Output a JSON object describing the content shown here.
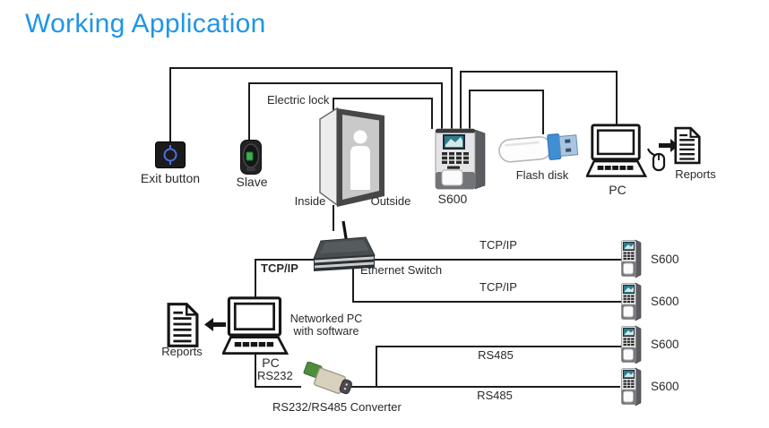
{
  "title": "Working Application",
  "colors": {
    "title": "#2095e8",
    "wire": "#1c1c1c"
  },
  "access_unit": {
    "electric_lock_label": "Electric lock",
    "exit_button_label": "Exit button",
    "slave_label": "Slave",
    "inside_label": "Inside",
    "outside_label": "Outside",
    "s600_label": "S600",
    "flash_disk_label": "Flash disk",
    "pc_label": "PC",
    "reports_label": "Reports"
  },
  "network": {
    "tcpip_uplink_label": "TCP/IP",
    "ethernet_switch_label": "Ethernet Switch",
    "networked_pc_label": "Networked PC with software",
    "pc_label": "PC",
    "rs232_label": "RS232",
    "reports_label": "Reports",
    "converter_label": "RS232/RS485 Converter",
    "links": [
      {
        "protocol": "TCP/IP",
        "device": "S600"
      },
      {
        "protocol": "TCP/IP",
        "device": "S600"
      },
      {
        "protocol": "RS485",
        "device": "S600"
      },
      {
        "protocol": "RS485",
        "device": "S600"
      }
    ]
  }
}
